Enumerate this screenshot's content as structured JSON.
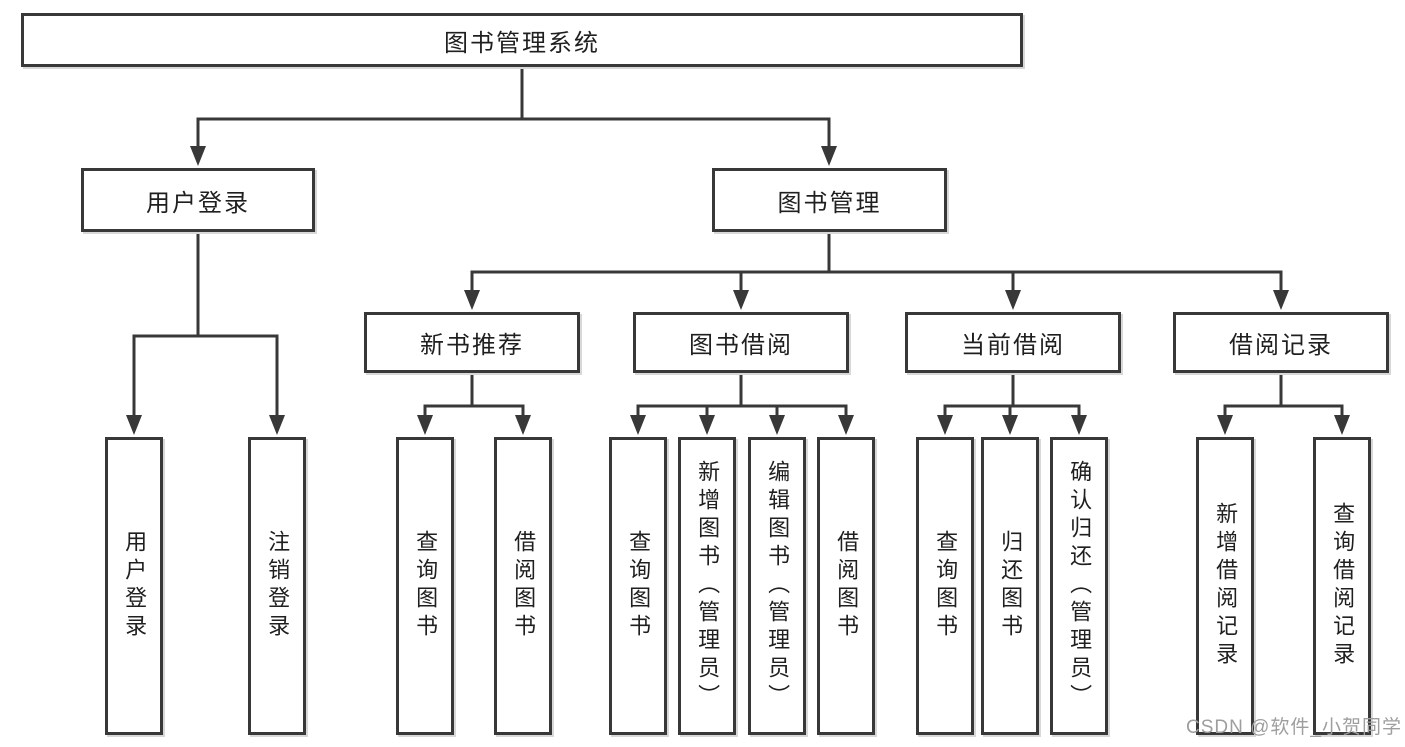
{
  "diagram_title": "图书管理系统",
  "tree": {
    "label": "图书管理系统",
    "children": [
      {
        "label": "用户登录",
        "children": [
          {
            "label": "用户登录"
          },
          {
            "label": "注销登录"
          }
        ]
      },
      {
        "label": "图书管理",
        "children": [
          {
            "label": "新书推荐",
            "children": [
              {
                "label": "查询图书"
              },
              {
                "label": "借阅图书"
              }
            ]
          },
          {
            "label": "图书借阅",
            "children": [
              {
                "label": "查询图书"
              },
              {
                "label": "新增图书（管理员）"
              },
              {
                "label": "编辑图书（管理员）"
              },
              {
                "label": "借阅图书"
              }
            ]
          },
          {
            "label": "当前借阅",
            "children": [
              {
                "label": "查询图书"
              },
              {
                "label": "归还图书"
              },
              {
                "label": "确认归还（管理员）"
              }
            ]
          },
          {
            "label": "借阅记录",
            "children": [
              {
                "label": "新增借阅记录"
              },
              {
                "label": "查询借阅记录"
              }
            ]
          }
        ]
      }
    ]
  },
  "watermark": {
    "text": "CSDN @软件_小贺同学",
    "color": "#9e9e9e"
  },
  "colors": {
    "background": "#ffffff",
    "box_fill": "#ffffff",
    "box_border": "#383838",
    "connector_line": "#383838",
    "text": "#1f1f1f"
  }
}
